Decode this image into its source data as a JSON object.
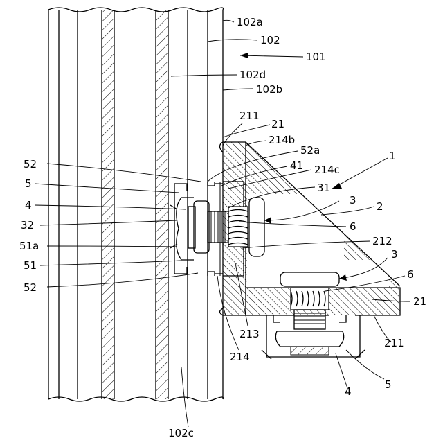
{
  "labels": {
    "l101": "101",
    "l102": "102",
    "l102a": "102a",
    "l102b": "102b",
    "l102c": "102c",
    "l102d": "102d",
    "l1": "1",
    "l2": "2",
    "l3a": "3",
    "l3b": "3",
    "l4a": "4",
    "l4b": "4",
    "l5a": "5",
    "l5b": "5",
    "l6a": "6",
    "l6b": "6",
    "l21a": "21",
    "l21b": "21",
    "l31": "31",
    "l32": "32",
    "l41": "41",
    "l51": "51",
    "l51a": "51a",
    "l52a": "52",
    "l52b": "52",
    "l52sub": "52a",
    "l211a": "211",
    "l211b": "211",
    "l212": "212",
    "l213": "213",
    "l214": "214",
    "l214b": "214b",
    "l214c": "214c"
  }
}
